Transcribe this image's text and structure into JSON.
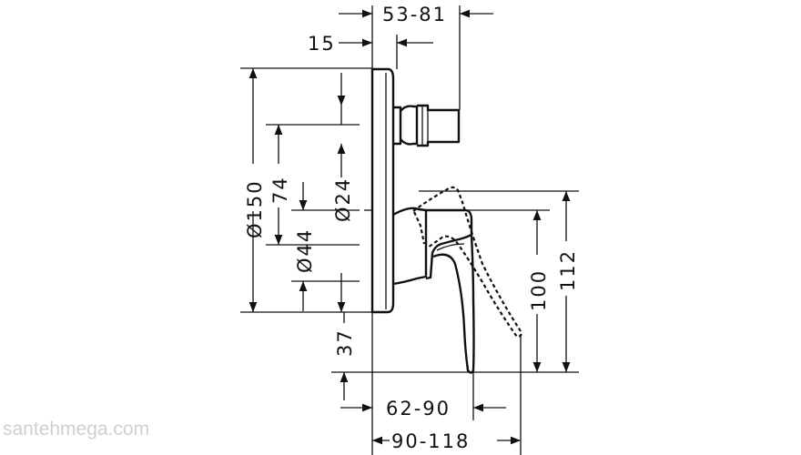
{
  "dimensions": {
    "d_53_81": "53-81",
    "d_15": "15",
    "d_150": "Ø150",
    "d_74": "74",
    "d_24": "Ø24",
    "d_44": "Ø44",
    "d_37": "37",
    "d_100": "100",
    "d_112": "112",
    "d_62_90": "62-90",
    "d_90_118": "90-118"
  },
  "watermark": "santehmega.com"
}
